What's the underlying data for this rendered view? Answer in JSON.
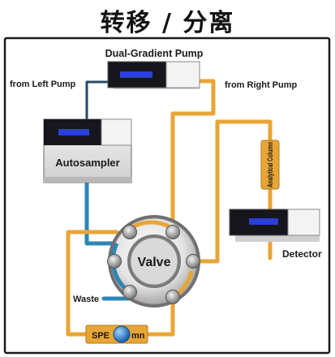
{
  "title": "转移 / 分离",
  "labels": {
    "dual_gradient_pump": "Dual-Gradient Pump",
    "from_left_pump": "from Left Pump",
    "from_right_pump": "from Right Pump",
    "autosampler": "Autosampler",
    "analytical_column": "Analytical Column",
    "detector": "Detector",
    "valve": "Valve",
    "waste": "Waste",
    "spe_column": "SPE",
    "spe_column_suffix": "mn"
  },
  "colors": {
    "frame": "#1a1a1a",
    "orange_line": "#e8a536",
    "blue_line": "#2d86b5",
    "instrument_screen": "#2b3fd6",
    "instrument_dark": "#16161c",
    "spe_bead": "#1f73c4"
  }
}
